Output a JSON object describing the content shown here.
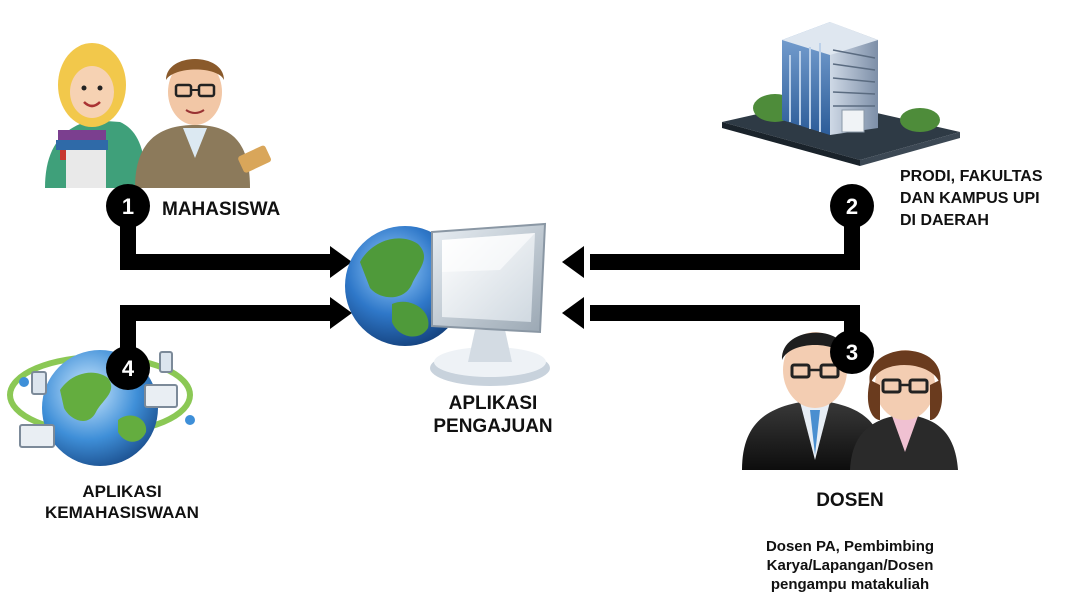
{
  "nodes": {
    "mahasiswa": {
      "number": "1",
      "label": "MAHASISWA"
    },
    "prodi": {
      "number": "2",
      "label_lines": [
        "PRODI, FAKULTAS",
        "DAN KAMPUS UPI",
        "DI DAERAH"
      ]
    },
    "dosen": {
      "number": "3",
      "label": "DOSEN",
      "description_lines": [
        "Dosen PA, Pembimbing",
        "Karya/Lapangan/Dosen",
        "pengampu matakuliah"
      ]
    },
    "kemahasiswaan": {
      "number": "4",
      "label_lines": [
        "APLIKASI",
        "KEMAHASISWAAN"
      ]
    },
    "center": {
      "label_lines": [
        "APLIKASI",
        "PENGAJUAN"
      ]
    }
  },
  "icons": {
    "students": "students-icon",
    "building": "building-icon",
    "lecturers": "lecturers-icon",
    "network_globe": "network-globe-icon",
    "computer_globe": "computer-globe-icon"
  },
  "colors": {
    "connector": "#000000",
    "badge": "#000000",
    "globe_ocean": "#2f78c9",
    "globe_land": "#4f9a3a"
  }
}
